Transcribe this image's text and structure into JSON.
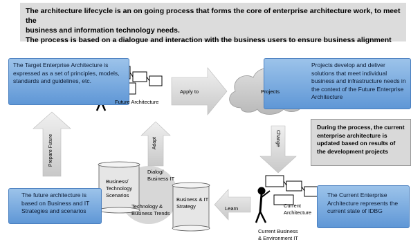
{
  "header": {
    "line1": "The architecture lifecycle is an on going process that forms the core of enterprise architecture work, to meet the",
    "line2": "business and information technology needs.",
    "line3": "The process is based on a dialogue and interaction with the business users to ensure business alignment"
  },
  "boxes": {
    "target": "The Target Enterprise Architecture is expressed as a set of principles, models, standards and guidelines, etc.",
    "projects": "Projects develop and deliver solutions that meet  individual business and infrastructure needs in the context of the Future Enterprise Architecture",
    "during": "During the process, the current enterprise architecture is updated based on results of the development projects",
    "future": "The future architecture is based on Business and IT Strategies and scenarios",
    "current": "The Current Enterprise Architecture represents the current state of IDBG"
  },
  "labels": {
    "future_architecture": "Future Architecture",
    "apply_to": "Apply to",
    "projects_cloud": "Projects",
    "change": "Change",
    "prepare_future": "Prepare Future",
    "adapt": "Adapt",
    "dialog": "Dialog/",
    "business_it": "Business IT",
    "scenarios_l1": "Business/",
    "scenarios_l2": "Technology",
    "scenarios_l3": "Scenarios",
    "strategy_l1": "Business & IT",
    "strategy_l2": "Strategy",
    "trends_l1": "Technology &",
    "trends_l2": "Business Trends",
    "learn": "Learn",
    "current_arch_l1": "Current",
    "current_arch_l2": "Architecture",
    "current_env_l1": "Current Business",
    "current_env_l2": "& Environment IT"
  },
  "colors": {
    "blue_box": "#6fa3dc",
    "arrow_gray": "#d3d3d3",
    "header_gray": "#dcdcdc"
  }
}
